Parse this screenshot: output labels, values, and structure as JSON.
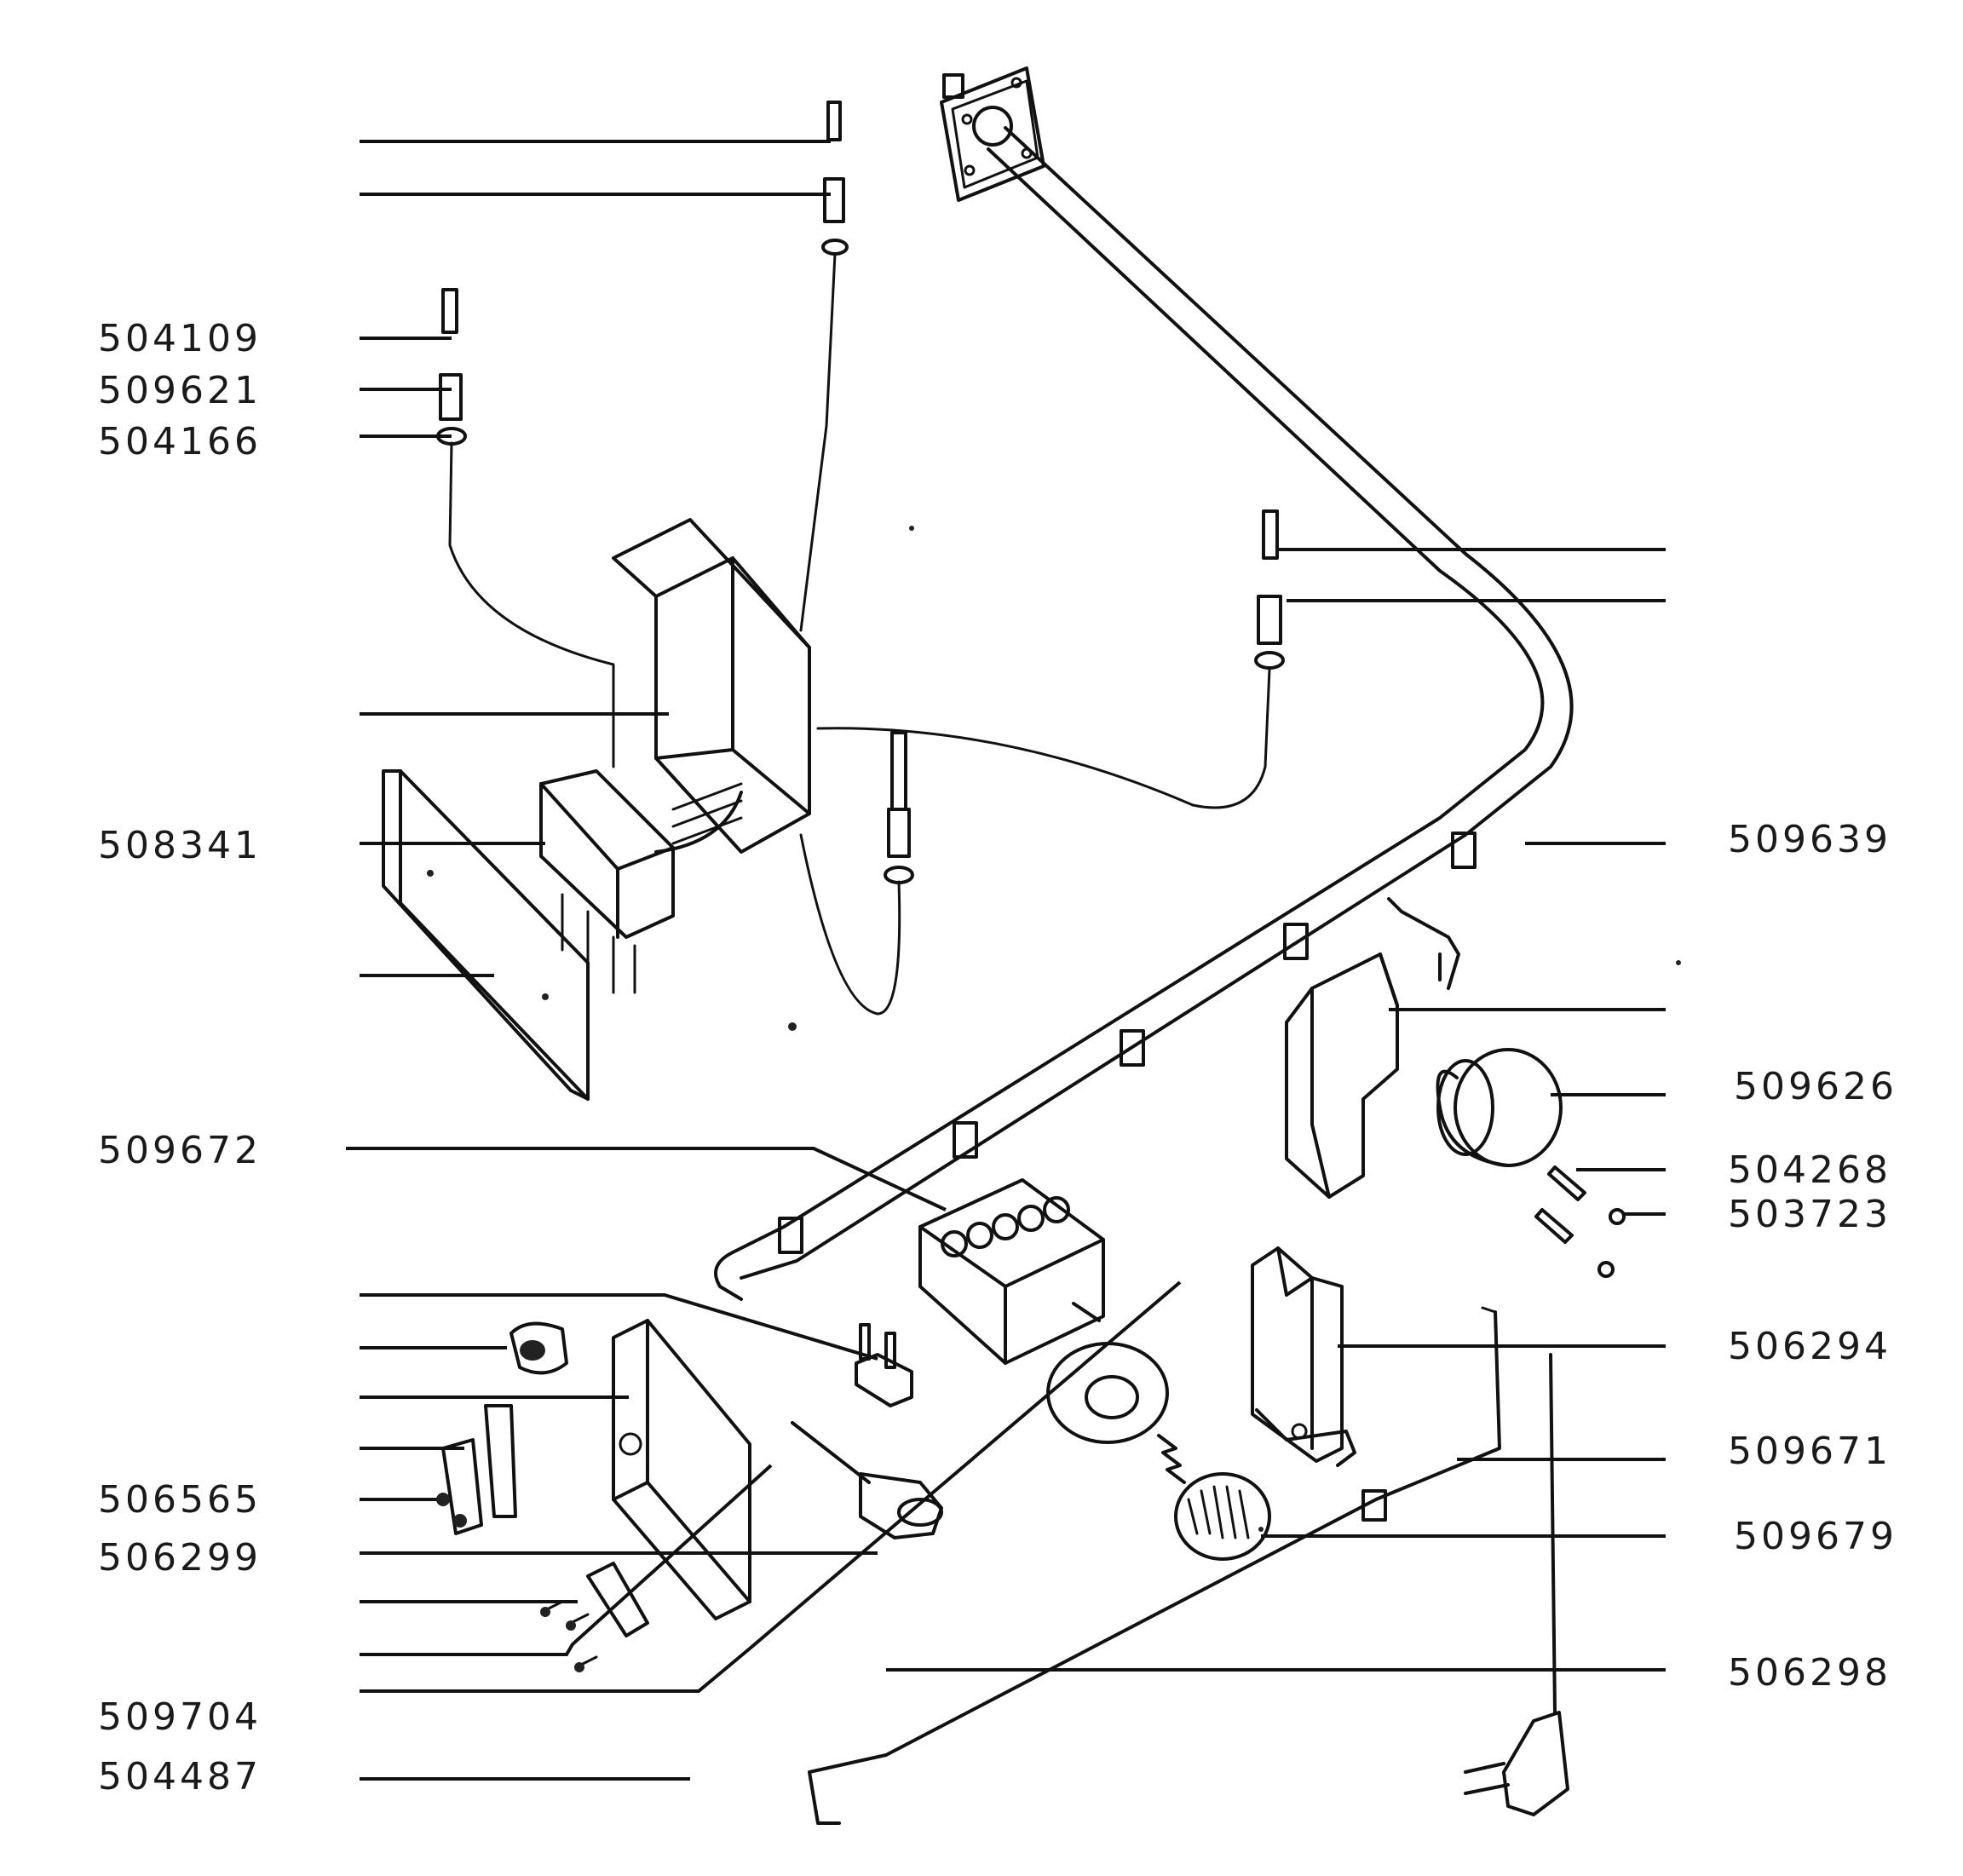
{
  "diagram": {
    "left_labels": [
      "504109",
      "509621",
      "504166",
      "508341",
      "509672",
      "506565",
      "506299",
      "509704",
      "504487"
    ],
    "right_labels": [
      "509639",
      "509626",
      "504268",
      "503723",
      "506294",
      "509671",
      "509679",
      "506298"
    ]
  }
}
